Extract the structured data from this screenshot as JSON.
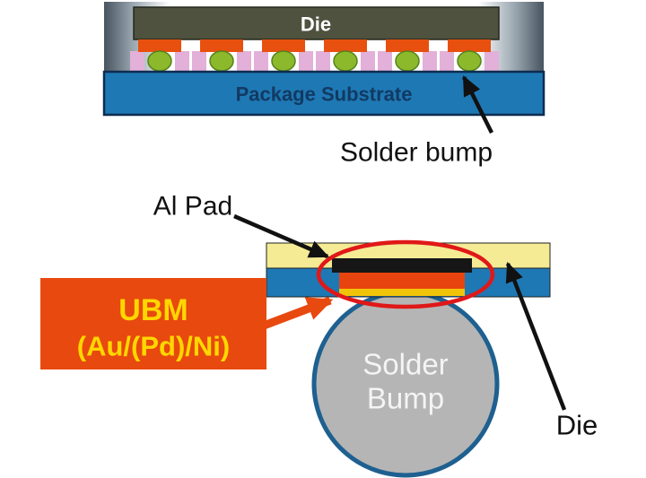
{
  "top_diagram": {
    "die_label": "Die",
    "substrate_label": "Package Substrate",
    "solder_bump_label": "Solder bump"
  },
  "bottom_diagram": {
    "al_pad_label": "Al Pad",
    "ubm_box": {
      "line1": "UBM",
      "line2": "(Au/(Pd)/Ni)"
    },
    "solder_ball": {
      "line1": "Solder",
      "line2": "Bump"
    },
    "die_label": "Die"
  },
  "colors": {
    "substrate_blue": "#1e78b4",
    "die_olive": "#4e523e",
    "pad_orange": "#e8500f",
    "bump_green": "#8cb92c",
    "underfill_pink": "#e2b0d8",
    "al_pad_layer_yellow": "#f4eb94",
    "al_pad_black": "#161616",
    "ubm_orange": "#e8440f",
    "gold_finish": "#f2c409",
    "highlight_ellipse_red": "#e01818",
    "solder_ball_gray": "#b5b5b5",
    "ball_outline_blue": "#1e6090",
    "label_box_orange": "#e8490f",
    "label_text_yellow": "#ffd700",
    "arrow_black": "#111111"
  }
}
